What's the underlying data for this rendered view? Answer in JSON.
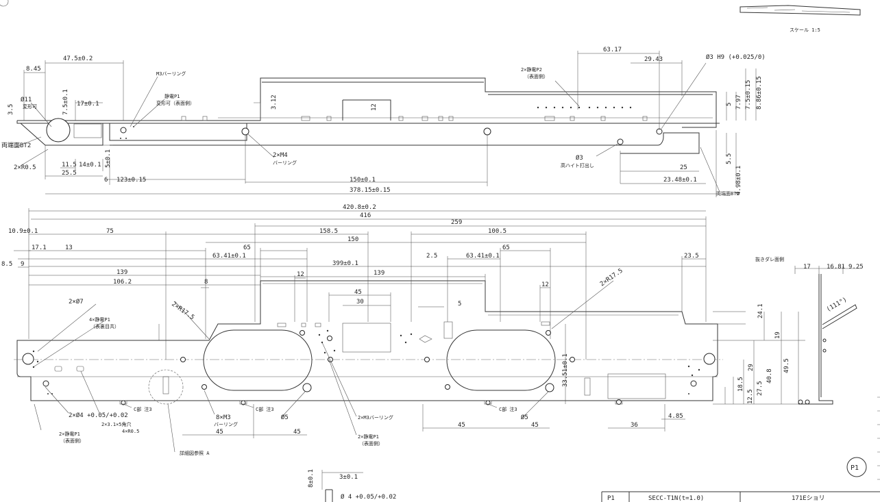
{
  "scale": "スケール 1:5",
  "side_view": {
    "dims": {
      "d_47_5": "47.5±0.2",
      "d_8_45": "8.45",
      "d_7_5": "7.5±0.1",
      "d_17": "17±0.1",
      "d_11_5": "11.5",
      "d_14": "14±0.1",
      "d_25_5": "25.5",
      "d_6": "6",
      "d_123": "123±0.15",
      "d_150": "150±0.1",
      "d_378": "378.15±0.15",
      "d_3_12": "3.12",
      "d_12": "12",
      "d_63_17": "63.17",
      "d_29_43": "29.43",
      "d_5a": "5",
      "d_7_97": "7.97",
      "d_7_5b": "7.5±0.15",
      "d_8_86": "8.86±0.15",
      "d_5_5": "5.5",
      "d_4_98": "4.98±0.1",
      "d_25": "25",
      "d_23_48": "23.48±0.1",
      "d_3_5": "3.5",
      "d_5b": "5±0.1"
    },
    "notes": {
      "phi11": "Ø11",
      "henkei": "変形可",
      "m3_burring": "M3バーリング",
      "seiden_p1": "静電P1",
      "henkei_omote": "変形可（表面側）",
      "r05": "2×R0.5",
      "bt2_left": "両端面BT2",
      "m4": "2×M4",
      "m4_burring": "バーリング",
      "phi3": "Ø3",
      "takahaito": "高ハイト打出し",
      "seiden_p2": "2×静電P2",
      "omote": "（表面側）",
      "phi3_h9": "Ø3 H9 (+0.025/0)",
      "bt2_right": "両端面BT2"
    }
  },
  "plan_view": {
    "dims": {
      "d_420_8": "420.8±0.2",
      "d_416": "416",
      "d_259": "259",
      "d_10_9": "10.9±0.1",
      "d_75": "75",
      "d_158_5": "158.5",
      "d_100_5": "100.5",
      "d_150": "150",
      "d_17_1": "17.1",
      "d_13": "13",
      "d_65a": "65",
      "d_65b": "65",
      "d_63_41a": "63.41±0.1",
      "d_63_41b": "63.41±0.1",
      "d_8_5": "8.5",
      "d_9": "9",
      "d_399": "399±0.1",
      "d_2_5": "2.5",
      "d_23_5": "23.5",
      "d_139a": "139",
      "d_139b": "139",
      "d_106_2": "106.2",
      "d_8": "8",
      "d_45top": "45",
      "d_30": "30",
      "d_12a": "12",
      "d_12b": "12",
      "d_5": "5",
      "d_45a": "45",
      "d_45b": "45",
      "d_45c": "45",
      "d_45d": "45",
      "d_36": "36",
      "d_4_85": "4.85",
      "d_24_1": "24.1",
      "d_19": "19",
      "d_29": "29",
      "d_40_8": "40.8",
      "d_49_5": "49.5",
      "d_27_5": "27.5",
      "d_18_5": "18.5",
      "d_12_5": "12.5",
      "d_33_51": "33.51±0.1"
    },
    "notes": {
      "phi7": "2×Ø7",
      "seiden_4": "4×静電P1",
      "omote_ura": "（表裏目共）",
      "r17_5a": "2×R17.5",
      "r17_5b": "2×R17.5",
      "phi4": "2×Ø4 +0.05/+0.02",
      "slot": "2×3.1×5角穴",
      "r05_4": "4×R0.5",
      "seiden_p1": "2×静電P1",
      "omote": "（表面側）",
      "m3_8": "8×M3",
      "burring": "バーリング",
      "c_note_a": "C部 注3",
      "c_note_b": "C部 注3",
      "c_note_c": "C部 注3",
      "phi5a": "Ø5",
      "phi5b": "Ø5",
      "m3_2": "2×M3バーリング",
      "seiden_p1b": "2×静電P1",
      "omote_b": "（表面側）",
      "detail": "詳細図参照 A",
      "nukidare": "抜きダレ面側",
      "dim_17": "17",
      "dim_16_81": "16.81",
      "dim_9_25": "9.25",
      "angle": "(111°)"
    }
  },
  "detail_view": {
    "d_8": "8±0.1",
    "d_3": "3±0.1",
    "phi4": "Ø 4 +0.05/+0.02"
  },
  "title_block": {
    "part": "P1",
    "material": "SECC-T1N(t=1.0)",
    "process": "171Eショリ"
  },
  "balloon": "P1"
}
